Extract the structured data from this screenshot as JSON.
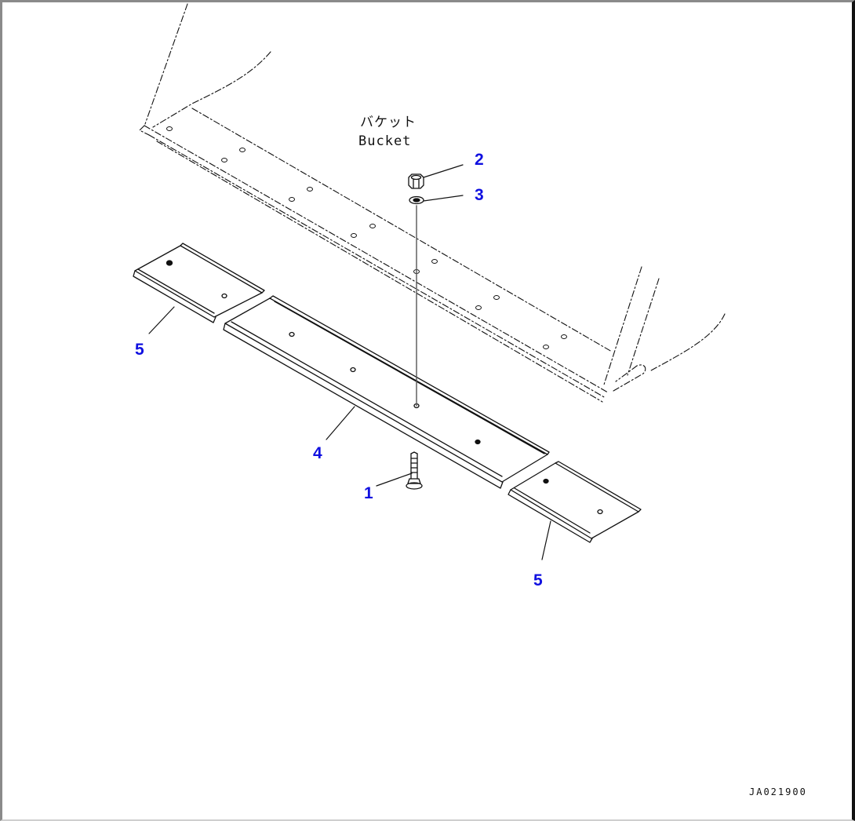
{
  "diagram": {
    "title_jp": "バケット",
    "title_en": "Bucket",
    "drawing_code": "JA021900",
    "callout_color": "#1010e0",
    "parts": [
      {
        "number": "1",
        "name": "bolt"
      },
      {
        "number": "2",
        "name": "nut"
      },
      {
        "number": "3",
        "name": "washer"
      },
      {
        "number": "4",
        "name": "center cutting edge"
      },
      {
        "number": "5",
        "name": "end cutting edge (left)"
      },
      {
        "number": "5",
        "name": "end cutting edge (right)"
      }
    ],
    "callouts": {
      "c1": "1",
      "c2": "2",
      "c3": "3",
      "c4": "4",
      "c5_left": "5",
      "c5_right": "5"
    }
  }
}
